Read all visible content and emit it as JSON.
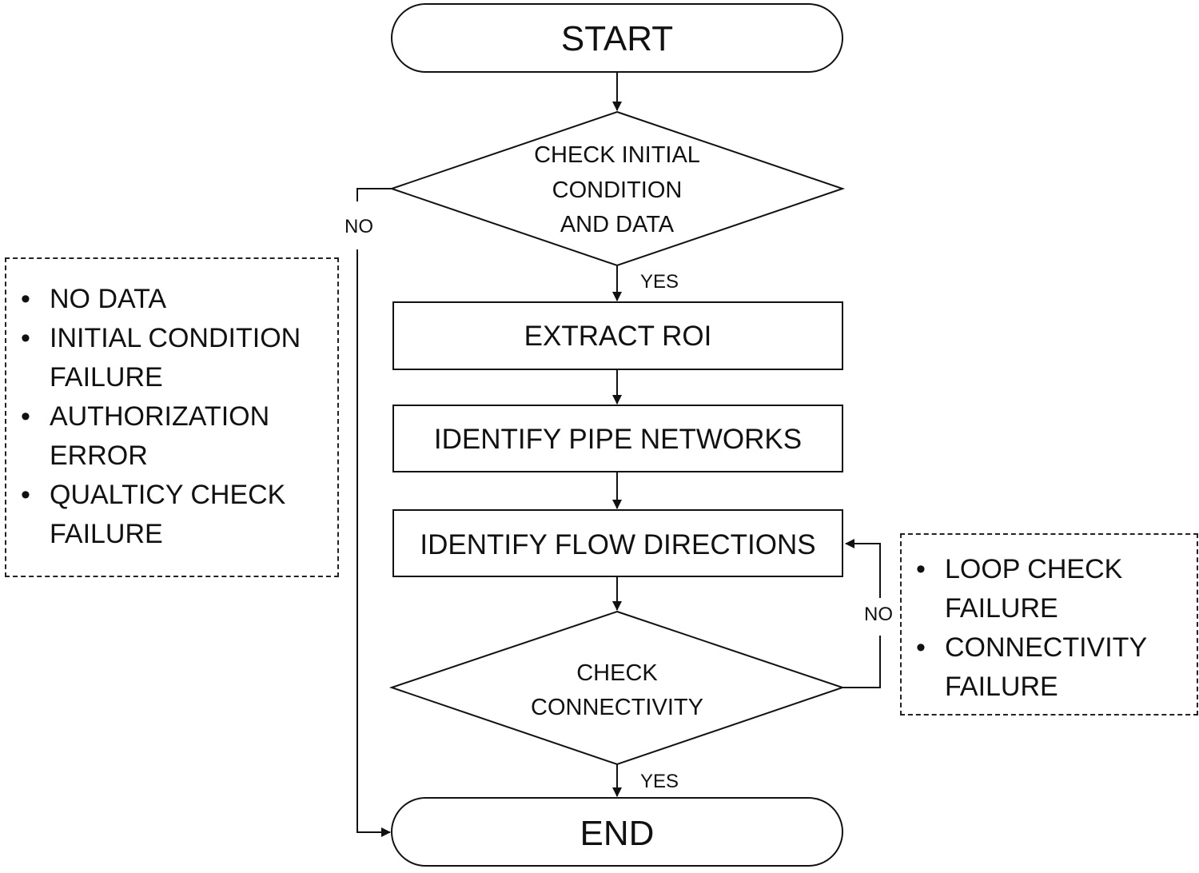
{
  "nodes": {
    "start": "START",
    "check_initial": [
      "CHECK INITIAL",
      "CONDITION",
      "AND DATA"
    ],
    "extract_roi": "EXTRACT ROI",
    "identify_pipe": "IDENTIFY PIPE NETWORKS",
    "identify_flow": "IDENTIFY FLOW DIRECTIONS",
    "check_connectivity": [
      "CHECK",
      "CONNECTIVITY"
    ],
    "end": "END"
  },
  "edge_labels": {
    "initial_no": "NO",
    "initial_yes": "YES",
    "connectivity_no": "NO",
    "connectivity_yes": "YES"
  },
  "left_notes": [
    [
      "NO DATA"
    ],
    [
      "INITIAL CONDITION",
      "FAILURE"
    ],
    [
      "AUTHORIZATION",
      "ERROR"
    ],
    [
      "QUALTICY CHECK",
      "FAILURE"
    ]
  ],
  "right_notes": [
    [
      "LOOP CHECK",
      "FAILURE"
    ],
    [
      "CONNECTIVITY",
      "FAILURE"
    ]
  ],
  "bullet_char": "•"
}
